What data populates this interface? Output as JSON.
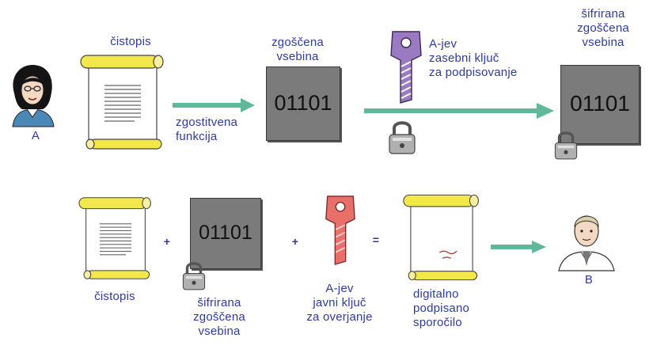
{
  "top": {
    "person_a_label": "A",
    "cleartext_label": "čistopis",
    "hash_func_line1": "zgostitvena",
    "hash_func_line2": "funkcija",
    "digest_label_line1": "zgoščena",
    "digest_label_line2": "vsebina",
    "digest_bits": "01101",
    "private_key_line1": "A-jev",
    "private_key_line2": "zasebni ključ",
    "private_key_line3": "za podpisovanje",
    "encrypted_line1": "šifrirana",
    "encrypted_line2": "zgoščena",
    "encrypted_line3": "vsebina",
    "encrypted_bits": "01101"
  },
  "bottom": {
    "cleartext_label": "čistopis",
    "plus_1": "+",
    "encrypted_bits": "01101",
    "encrypted_line1": "šifrirana",
    "encrypted_line2": "zgoščena",
    "encrypted_line3": "vsebina",
    "plus_2": "+",
    "public_key_line1": "A-jev",
    "public_key_line2": "javni ključ",
    "public_key_line3": "za overjanje",
    "equals": "=",
    "signed_line1": "digitalno",
    "signed_line2": "podpisano",
    "signed_line3": "sporočilo",
    "person_b_label": "B"
  },
  "colors": {
    "text": "#2f3aa0",
    "arrow": "#5fb89a",
    "scroll_roll": "#f2e84a",
    "box": "#7b7b7b",
    "private_key": "#9a7ac0",
    "public_key": "#e9706a"
  }
}
